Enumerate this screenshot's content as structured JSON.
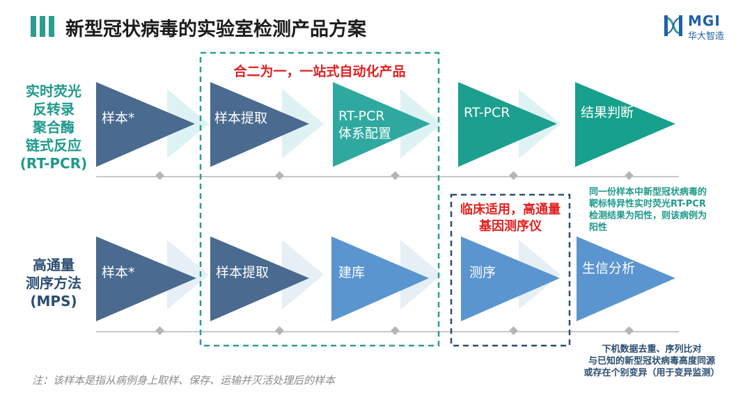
{
  "header": {
    "title": "新型冠状病毒的实验室检测产品方案",
    "logo_text": "MGI",
    "logo_sub": "华大智造"
  },
  "rows": [
    {
      "label_lines": [
        "实时荧光",
        "反转录",
        "聚合酶",
        "链式反应",
        "(RT-PCR)"
      ],
      "steps": [
        {
          "lines": [
            "样本*"
          ]
        },
        {
          "lines": [
            "样本提取"
          ]
        },
        {
          "lines": [
            "RT-PCR",
            "体系配置"
          ]
        },
        {
          "lines": [
            "RT-PCR"
          ]
        },
        {
          "lines": [
            "结果判断"
          ]
        }
      ]
    },
    {
      "label_lines": [
        "高通量",
        "测序方法",
        "(MPS)"
      ],
      "steps": [
        {
          "lines": [
            "样本*"
          ]
        },
        {
          "lines": [
            "样本提取"
          ]
        },
        {
          "lines": [
            "建库"
          ]
        },
        {
          "lines": [
            "测序"
          ]
        },
        {
          "lines": [
            "生信分析"
          ]
        }
      ]
    }
  ],
  "boxes": {
    "integrated": {
      "title": "合二为一，一站式自动化产品"
    },
    "sequencer": {
      "title_lines": [
        "临床适用，高通量",
        "基因测序仪"
      ]
    }
  },
  "notes": {
    "pcr_result": [
      "同一份样本中新型冠状病毒的",
      "靶标特异性实时荧光RT-PCR",
      "检测结果为阳性，则该病例为",
      "阳性"
    ],
    "mps_result": [
      "下机数据去重、序列比对",
      "与已知的新型冠状病毒高度同源",
      "或存在个别变异（用于变异监测）"
    ]
  },
  "footnote": "注：该样本是指从病例身上取样、保存、运输并灭活处理后的样本",
  "colors": {
    "teal": "#2a9d8f",
    "navy_arrow": "#4a6a8f",
    "blue_arrow": "#5a95d0",
    "teal_arrow": "#22a596",
    "pale_arrow": "#dff2f3",
    "red": "#e02020",
    "label_teal": "#1e9a8c",
    "label_navy": "#2b4d72"
  }
}
